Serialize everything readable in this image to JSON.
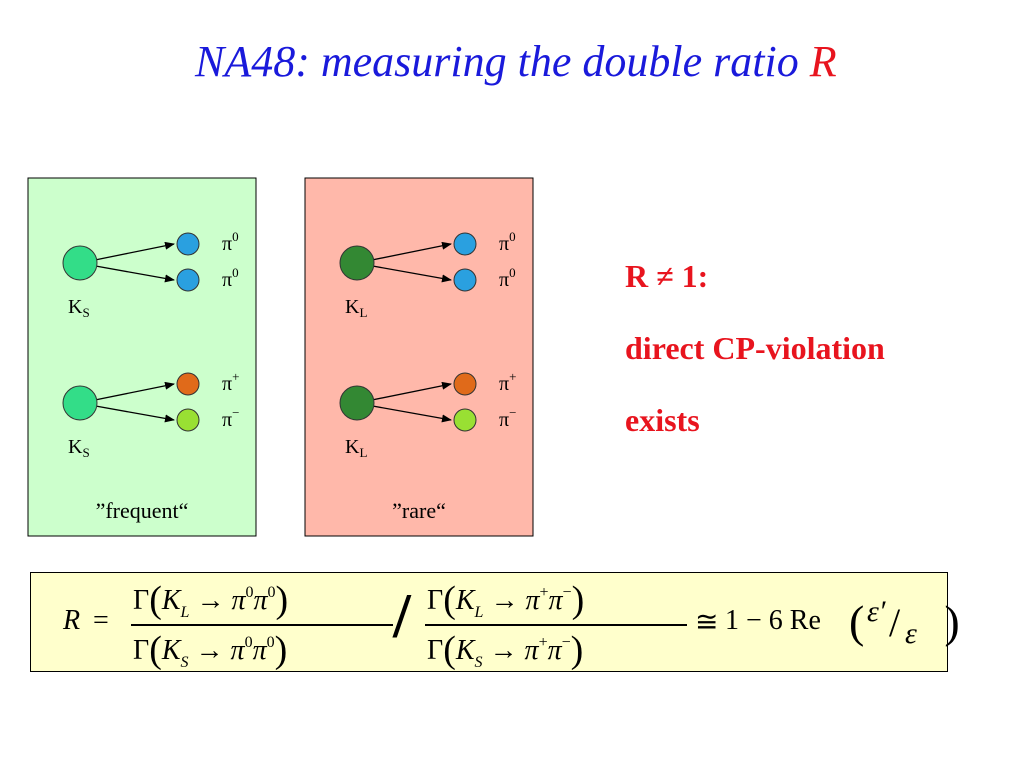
{
  "title": {
    "main": "NA48: measuring the double ratio ",
    "symbol": "R"
  },
  "panels": [
    {
      "label": "”frequent“",
      "background": "#ccffcc",
      "parent_color": "#33dd88",
      "decays": [
        {
          "parent": "K",
          "parent_sub": "S",
          "products": [
            {
              "p": "π",
              "sup": "0",
              "color": "#2aa0e0"
            },
            {
              "p": "π",
              "sup": "0",
              "color": "#2aa0e0"
            }
          ]
        },
        {
          "parent": "K",
          "parent_sub": "S",
          "products": [
            {
              "p": "π",
              "sup": "+",
              "color": "#e06a1a"
            },
            {
              "p": "π",
              "sup": "−",
              "color": "#99e033"
            }
          ]
        }
      ]
    },
    {
      "label": "”rare“",
      "background": "#ffb8aa",
      "parent_color": "#338833",
      "decays": [
        {
          "parent": "K",
          "parent_sub": "L",
          "products": [
            {
              "p": "π",
              "sup": "0",
              "color": "#2aa0e0"
            },
            {
              "p": "π",
              "sup": "0",
              "color": "#2aa0e0"
            }
          ]
        },
        {
          "parent": "K",
          "parent_sub": "L",
          "products": [
            {
              "p": "π",
              "sup": "+",
              "color": "#e06a1a"
            },
            {
              "p": "π",
              "sup": "−",
              "color": "#99e033"
            }
          ]
        }
      ]
    }
  ],
  "conclusion": {
    "line1": "R ≠ 1:",
    "line2": "direct CP-violation",
    "line3": "exists"
  },
  "formula": {
    "lhs": "R",
    "eq": "=",
    "gamma": "Γ",
    "K": "K",
    "sub_L": "L",
    "sub_S": "S",
    "arrow": "→",
    "pi": "π",
    "sup_0": "0",
    "sup_plus": "+",
    "sup_minus": "−",
    "divide": "/",
    "approx": "≅",
    "rhs": "1 − 6 Re",
    "eps_prime": "ε′",
    "eps": "ε"
  }
}
